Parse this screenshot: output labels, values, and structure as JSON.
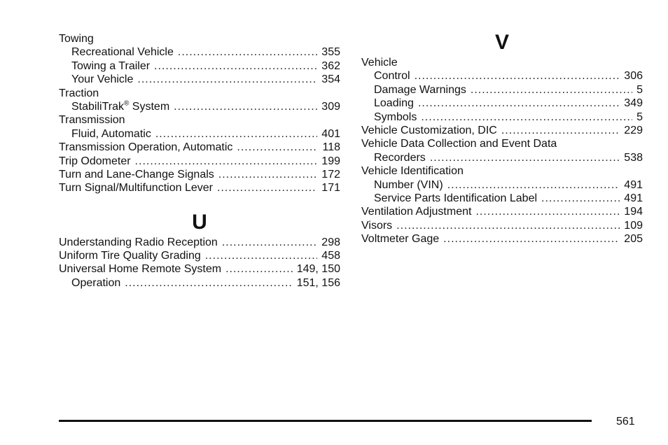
{
  "left_column": {
    "section_t": [
      {
        "label": "Towing",
        "page": "",
        "level": 0
      },
      {
        "label": "Recreational Vehicle",
        "page": "355",
        "level": 1
      },
      {
        "label": "Towing a Trailer",
        "page": "362",
        "level": 1
      },
      {
        "label": "Your Vehicle",
        "page": "354",
        "level": 1
      },
      {
        "label": "Traction",
        "page": "",
        "level": 0
      },
      {
        "label": "StabiliTrak",
        "sup": "®",
        "label_tail": " System",
        "page": "309",
        "level": 1
      },
      {
        "label": "Transmission",
        "page": "",
        "level": 0
      },
      {
        "label": "Fluid, Automatic",
        "page": "401",
        "level": 1
      },
      {
        "label": "Transmission Operation, Automatic",
        "page": "118",
        "level": 0
      },
      {
        "label": "Trip Odometer",
        "page": "199",
        "level": 0
      },
      {
        "label": "Turn and Lane-Change Signals",
        "page": "172",
        "level": 0
      },
      {
        "label": "Turn Signal/Multifunction Lever",
        "page": "171",
        "level": 0
      }
    ],
    "letter_u": "U",
    "section_u": [
      {
        "label": "Understanding Radio Reception",
        "page": "298",
        "level": 0
      },
      {
        "label": "Uniform Tire Quality Grading",
        "page": "458",
        "level": 0
      },
      {
        "label": "Universal Home Remote System",
        "page": "149, 150",
        "level": 0
      },
      {
        "label": "Operation",
        "page": "151, 156",
        "level": 1
      }
    ]
  },
  "right_column": {
    "letter_v": "V",
    "section_v": [
      {
        "label": "Vehicle",
        "page": "",
        "level": 0
      },
      {
        "label": "Control",
        "page": "306",
        "level": 1
      },
      {
        "label": "Damage Warnings",
        "page": "5",
        "level": 1
      },
      {
        "label": "Loading",
        "page": "349",
        "level": 1
      },
      {
        "label": "Symbols",
        "page": "5",
        "level": 1
      },
      {
        "label": "Vehicle Customization, DIC",
        "page": "229",
        "level": 0
      },
      {
        "label": "Vehicle Data Collection and Event Data",
        "page": "",
        "level": 0
      },
      {
        "label": "Recorders",
        "page": "538",
        "level": 1
      },
      {
        "label": "Vehicle Identification",
        "page": "",
        "level": 0
      },
      {
        "label": "Number (VIN)",
        "page": "491",
        "level": 1
      },
      {
        "label": "Service Parts Identification Label",
        "page": "491",
        "level": 1
      },
      {
        "label": "Ventilation Adjustment",
        "page": "194",
        "level": 0
      },
      {
        "label": "Visors",
        "page": "109",
        "level": 0
      },
      {
        "label": "Voltmeter Gage",
        "page": "205",
        "level": 0
      }
    ]
  },
  "footer": {
    "page_number": "561"
  }
}
